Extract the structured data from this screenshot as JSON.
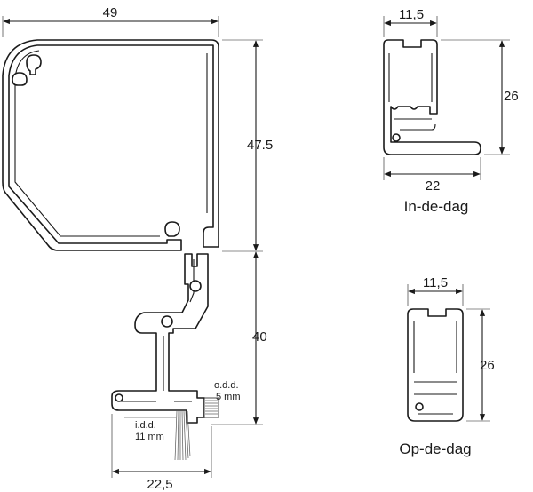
{
  "main_profile": {
    "width_label": "49",
    "cassette_height_label": "47.5",
    "rail_height_label": "40",
    "bottom_width_label": "22,5",
    "outer_brush_label_line1": "o.d.d.",
    "outer_brush_label_line2": "5 mm",
    "inner_brush_label_line1": "i.d.d.",
    "inner_brush_label_line2": "11 mm"
  },
  "in_de_dag": {
    "caption": "In-de-dag",
    "width_top_label": "11,5",
    "height_label": "26",
    "width_bottom_label": "22"
  },
  "op_de_dag": {
    "caption": "Op-de-dag",
    "width_top_label": "11,5",
    "height_label": "26"
  },
  "colors": {
    "line": "#1a1a1a",
    "background": "#ffffff"
  }
}
